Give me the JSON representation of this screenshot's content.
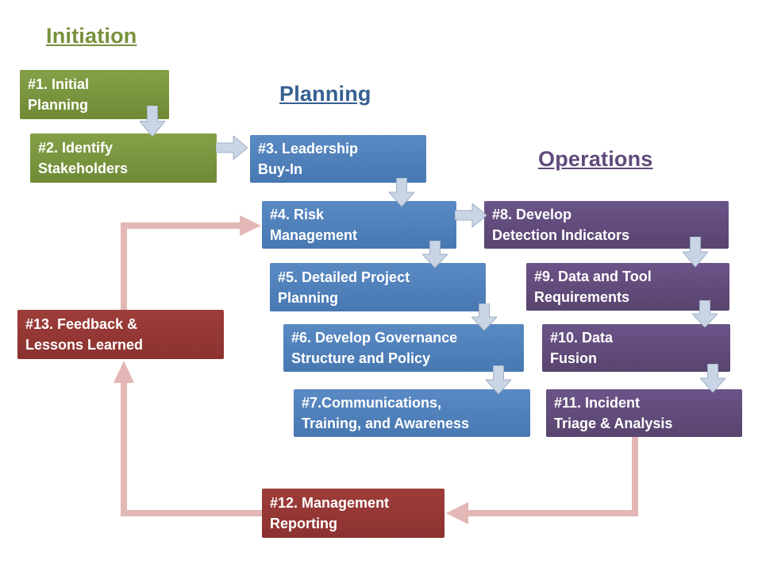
{
  "headings": {
    "initiation": "Initiation",
    "planning": "Planning",
    "operations": "Operations"
  },
  "boxes": [
    {
      "id": 1,
      "phase": "initiation",
      "label": "#1. Initial\nPlanning"
    },
    {
      "id": 2,
      "phase": "initiation",
      "label": "#2. Identify\nStakeholders"
    },
    {
      "id": 3,
      "phase": "planning",
      "label": "#3. Leadership\nBuy-In"
    },
    {
      "id": 4,
      "phase": "planning",
      "label": "#4. Risk\nManagement"
    },
    {
      "id": 5,
      "phase": "planning",
      "label": "#5. Detailed Project\nPlanning"
    },
    {
      "id": 6,
      "phase": "planning",
      "label": "#6. Develop Governance\nStructure and Policy"
    },
    {
      "id": 7,
      "phase": "planning",
      "label": "#7.Communications,\nTraining, and Awareness"
    },
    {
      "id": 8,
      "phase": "operations",
      "label": "#8. Develop\nDetection Indicators"
    },
    {
      "id": 9,
      "phase": "operations",
      "label": "#9. Data and Tool\nRequirements"
    },
    {
      "id": 10,
      "phase": "operations",
      "label": "#10. Data\nFusion"
    },
    {
      "id": 11,
      "phase": "operations",
      "label": "#11. Incident\nTriage & Analysis"
    },
    {
      "id": 12,
      "phase": "feedback",
      "label": "#12. Management\nReporting"
    },
    {
      "id": 13,
      "phase": "feedback",
      "label": "#13. Feedback &\nLessons Learned"
    }
  ],
  "connectors": {
    "block_arrows": [
      {
        "from": 1,
        "to": 2,
        "direction": "down"
      },
      {
        "from": 2,
        "to": 3,
        "direction": "right"
      },
      {
        "from": 3,
        "to": 4,
        "direction": "down"
      },
      {
        "from": 4,
        "to": 8,
        "direction": "right"
      },
      {
        "from": 4,
        "to": 5,
        "direction": "down"
      },
      {
        "from": 5,
        "to": 6,
        "direction": "down"
      },
      {
        "from": 6,
        "to": 7,
        "direction": "down"
      },
      {
        "from": 8,
        "to": 9,
        "direction": "down"
      },
      {
        "from": 9,
        "to": 10,
        "direction": "down"
      },
      {
        "from": 10,
        "to": 11,
        "direction": "down"
      }
    ],
    "feedback_arrows": [
      {
        "from": 11,
        "to": 12
      },
      {
        "from": 12,
        "to": 13
      },
      {
        "from": 13,
        "to": 4
      }
    ]
  },
  "colors": {
    "initiation_green": "#76923C",
    "planning_blue": "#4F81BD",
    "operations_purple": "#604A7B",
    "feedback_red": "#943634",
    "heading_planning_blue": "#376092",
    "block_arrow_fill": "#C9D4E4",
    "block_arrow_stroke": "#9FB0C6",
    "feedback_pink": "#E3B7B5",
    "background": "#FFFFFF"
  }
}
